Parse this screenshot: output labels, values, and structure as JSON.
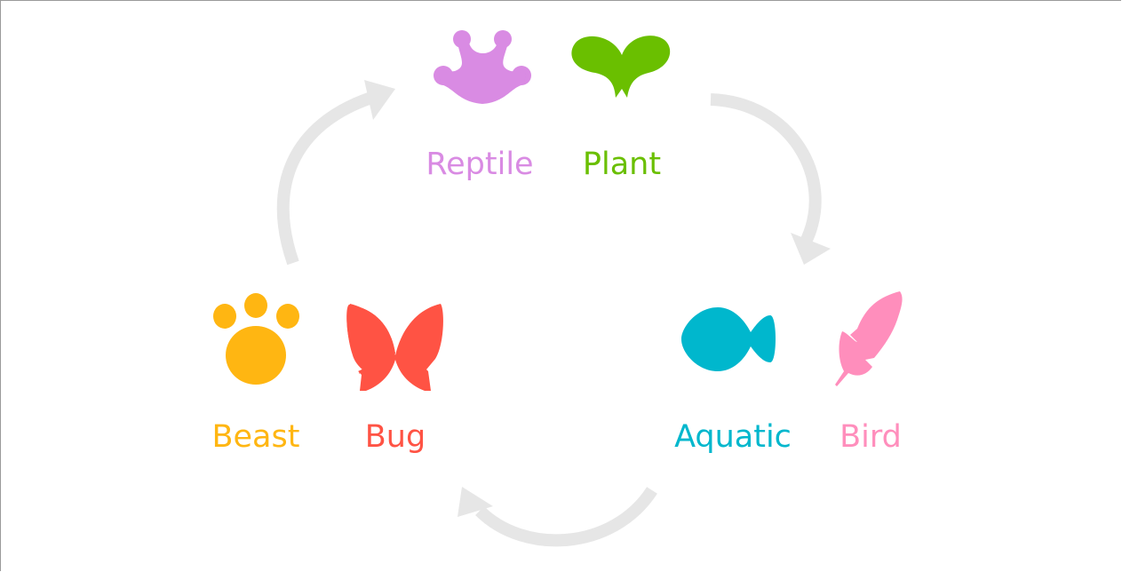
{
  "diagram": {
    "arrow_color": "#e6e6e6",
    "nodes": [
      {
        "id": "reptile",
        "label": "Reptile",
        "color": "#d98be3",
        "icon": "frog-foot-icon"
      },
      {
        "id": "plant",
        "label": "Plant",
        "color": "#6abf00",
        "icon": "leaf-sprout-icon"
      },
      {
        "id": "aquatic",
        "label": "Aquatic",
        "color": "#00b7cd",
        "icon": "fish-icon"
      },
      {
        "id": "bird",
        "label": "Bird",
        "color": "#ff8ebc",
        "icon": "feather-icon"
      },
      {
        "id": "beast",
        "label": "Beast",
        "color": "#ffb612",
        "icon": "paw-icon"
      },
      {
        "id": "bug",
        "label": "Bug",
        "color": "#ff5344",
        "icon": "butterfly-icon"
      }
    ]
  }
}
